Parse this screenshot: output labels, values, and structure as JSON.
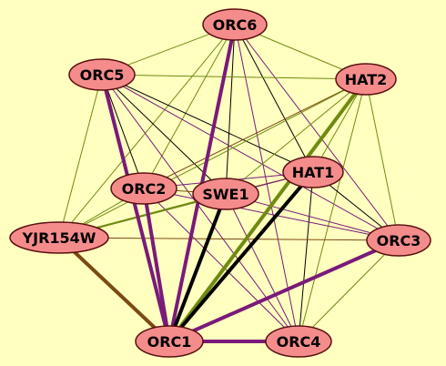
{
  "colors": {
    "background": "#ffffc0",
    "node_fill": "#f58c8c",
    "node_stroke": "#5a1010",
    "edge_purple": "#7a1a7a",
    "edge_olive": "#6f8a10",
    "edge_brown": "#7a4a10",
    "edge_black": "#000000"
  },
  "nodes": [
    {
      "id": "ORC6",
      "label": "ORC6"
    },
    {
      "id": "ORC5",
      "label": "ORC5"
    },
    {
      "id": "HAT2",
      "label": "HAT2"
    },
    {
      "id": "HAT1",
      "label": "HAT1"
    },
    {
      "id": "ORC2",
      "label": "ORC2"
    },
    {
      "id": "SWE1",
      "label": "SWE1"
    },
    {
      "id": "YJR154W",
      "label": "YJR154W"
    },
    {
      "id": "ORC3",
      "label": "ORC3"
    },
    {
      "id": "ORC1",
      "label": "ORC1"
    },
    {
      "id": "ORC4",
      "label": "ORC4"
    }
  ],
  "edges": [
    {
      "source": "ORC6",
      "target": "ORC5",
      "color": "olive",
      "weight": "thin"
    },
    {
      "source": "ORC6",
      "target": "HAT2",
      "color": "olive",
      "weight": "thin"
    },
    {
      "source": "ORC6",
      "target": "ORC2",
      "color": "olive",
      "weight": "thin"
    },
    {
      "source": "ORC6",
      "target": "SWE1",
      "color": "black",
      "weight": "thin"
    },
    {
      "source": "ORC6",
      "target": "HAT1",
      "color": "black",
      "weight": "thin"
    },
    {
      "source": "ORC6",
      "target": "YJR154W",
      "color": "olive",
      "weight": "thin"
    },
    {
      "source": "ORC6",
      "target": "ORC3",
      "color": "purple",
      "weight": "thin"
    },
    {
      "source": "ORC6",
      "target": "ORC1",
      "color": "purple",
      "weight": "thick"
    },
    {
      "source": "ORC6",
      "target": "ORC4",
      "color": "purple",
      "weight": "thin"
    },
    {
      "source": "ORC5",
      "target": "HAT2",
      "color": "olive",
      "weight": "thin"
    },
    {
      "source": "ORC5",
      "target": "ORC2",
      "color": "black",
      "weight": "thin"
    },
    {
      "source": "ORC5",
      "target": "SWE1",
      "color": "black",
      "weight": "thin"
    },
    {
      "source": "ORC5",
      "target": "HAT1",
      "color": "black",
      "weight": "thin"
    },
    {
      "source": "ORC5",
      "target": "YJR154W",
      "color": "olive",
      "weight": "thin"
    },
    {
      "source": "ORC5",
      "target": "ORC3",
      "color": "purple",
      "weight": "thin"
    },
    {
      "source": "ORC5",
      "target": "ORC1",
      "color": "purple",
      "weight": "thick"
    },
    {
      "source": "ORC5",
      "target": "ORC4",
      "color": "purple",
      "weight": "thin"
    },
    {
      "source": "HAT2",
      "target": "ORC2",
      "color": "brown",
      "weight": "thin"
    },
    {
      "source": "HAT2",
      "target": "SWE1",
      "color": "olive",
      "weight": "thin"
    },
    {
      "source": "HAT2",
      "target": "HAT1",
      "color": "olive",
      "weight": "thin"
    },
    {
      "source": "HAT2",
      "target": "YJR154W",
      "color": "olive",
      "weight": "thin"
    },
    {
      "source": "HAT2",
      "target": "ORC3",
      "color": "olive",
      "weight": "thin"
    },
    {
      "source": "HAT2",
      "target": "ORC1",
      "color": "olive",
      "weight": "thick"
    },
    {
      "source": "HAT2",
      "target": "ORC4",
      "color": "olive",
      "weight": "thin"
    },
    {
      "source": "HAT1",
      "target": "ORC2",
      "color": "purple",
      "weight": "thin"
    },
    {
      "source": "HAT1",
      "target": "SWE1",
      "color": "brown",
      "weight": "thin"
    },
    {
      "source": "HAT1",
      "target": "YJR154W",
      "color": "purple",
      "weight": "thin"
    },
    {
      "source": "HAT1",
      "target": "ORC3",
      "color": "black",
      "weight": "thin"
    },
    {
      "source": "HAT1",
      "target": "ORC1",
      "color": "black",
      "weight": "thick"
    },
    {
      "source": "HAT1",
      "target": "ORC4",
      "color": "black",
      "weight": "thin"
    },
    {
      "source": "ORC2",
      "target": "SWE1",
      "color": "brown",
      "weight": "thin"
    },
    {
      "source": "ORC2",
      "target": "YJR154W",
      "color": "olive",
      "weight": "thin"
    },
    {
      "source": "ORC2",
      "target": "ORC3",
      "color": "purple",
      "weight": "thin"
    },
    {
      "source": "ORC2",
      "target": "ORC1",
      "color": "purple",
      "weight": "thick"
    },
    {
      "source": "ORC2",
      "target": "ORC4",
      "color": "purple",
      "weight": "thin"
    },
    {
      "source": "SWE1",
      "target": "YJR154W",
      "color": "olive",
      "weight": "medium"
    },
    {
      "source": "SWE1",
      "target": "ORC3",
      "color": "purple",
      "weight": "thin"
    },
    {
      "source": "SWE1",
      "target": "ORC1",
      "color": "black",
      "weight": "thick"
    },
    {
      "source": "SWE1",
      "target": "ORC4",
      "color": "purple",
      "weight": "thin"
    },
    {
      "source": "YJR154W",
      "target": "ORC3",
      "color": "brown",
      "weight": "thin"
    },
    {
      "source": "YJR154W",
      "target": "ORC1",
      "color": "brown",
      "weight": "thick"
    },
    {
      "source": "ORC3",
      "target": "ORC1",
      "color": "purple",
      "weight": "thick"
    },
    {
      "source": "ORC3",
      "target": "ORC4",
      "color": "olive",
      "weight": "thin"
    },
    {
      "source": "ORC1",
      "target": "ORC4",
      "color": "purple",
      "weight": "thick"
    }
  ]
}
